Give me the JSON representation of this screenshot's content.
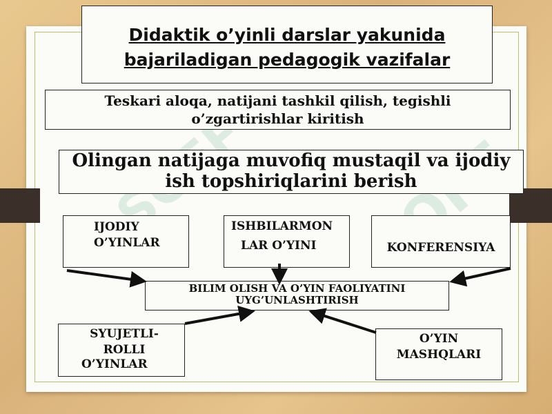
{
  "title": "Didaktik o’yinli darslar yakunida bajariladigan pedagogik vazifalar",
  "box_feedback": "Teskari aloqa, natijani tashkil qilish, tegishli o’zgartirishlar kiritish",
  "box_tasks": "Olingan natijaga muvofiq mustaqil va ijodiy ish topshiriqlarini berish",
  "nodes": {
    "ijodiy": "IJODIY O’YINLAR",
    "ishbilarmon_line1": "ISHBILARMON",
    "ishbilarmon_line2": "LAR O’YINI",
    "konferensiya": "KONFERENSIYA",
    "center": "BILIM OLISH VA O’YIN FAOLIYATINI UYG’UNLASHTIRISH",
    "syujetli_line1": "SYUJETLI-ROLLI",
    "syujetli_line2": "O’YINLAR",
    "mashqlar": "O’YIN MASHQLARI"
  },
  "watermark": "SOFF",
  "colors": {
    "background": "#e3bf86",
    "board": "#fbfbf7",
    "arrow": "#111111",
    "frame": "#b9bf6a",
    "tab": "#3b2f2a"
  }
}
